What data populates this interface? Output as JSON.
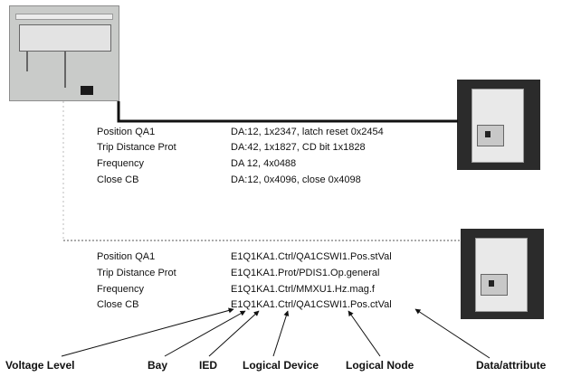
{
  "upper_rows": [
    {
      "label": "Position QA1",
      "value": "DA:12, 1x2347, latch reset 0x2454"
    },
    {
      "label": "Trip Distance Prot",
      "value": "DA:42, 1x1827, CD bit 1x1828"
    },
    {
      "label": "Frequency",
      "value": "DA 12, 4x0488"
    },
    {
      "label": "Close CB",
      "value": "DA:12, 0x4096, close 0x4098"
    }
  ],
  "lower_rows": [
    {
      "label": "Position QA1",
      "value": "E1Q1KA1.Ctrl/QA1CSWI1.Pos.stVal"
    },
    {
      "label": "Trip Distance Prot",
      "value": "E1Q1KA1.Prot/PDIS1.Op.general"
    },
    {
      "label": "Frequency",
      "value": "E1Q1KA1.Ctrl/MMXU1.Hz.mag.f"
    },
    {
      "label": "Close CB",
      "value": "E1Q1KA1.Ctrl/QA1CSWI1.Pos.ctVal"
    }
  ],
  "legend": {
    "voltage_level": "Voltage Level",
    "bay": "Bay",
    "ied": "IED",
    "logical_device": "Logical Device",
    "logical_node": "Logical Node",
    "data_attribute": "Data/attribute"
  }
}
